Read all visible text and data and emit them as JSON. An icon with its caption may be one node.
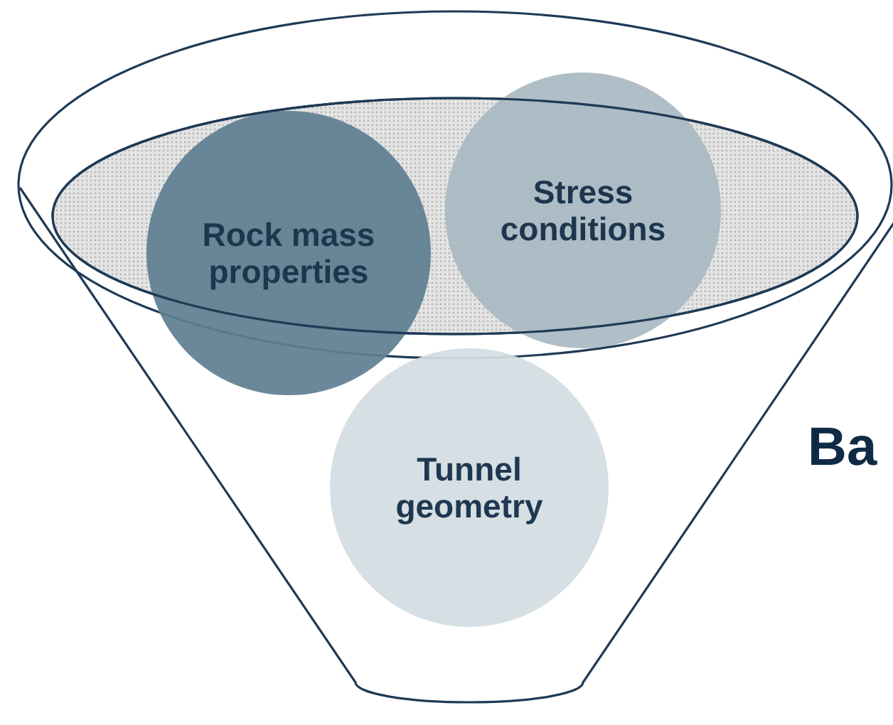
{
  "diagram": {
    "nodes": [
      {
        "text": [
          "Rock mass properties"
        ]
      },
      {
        "text": [
          "Stress conditions"
        ]
      },
      {
        "text": [
          "Tunnel geometry"
        ]
      }
    ],
    "labels": [
      "Ba"
    ]
  }
}
